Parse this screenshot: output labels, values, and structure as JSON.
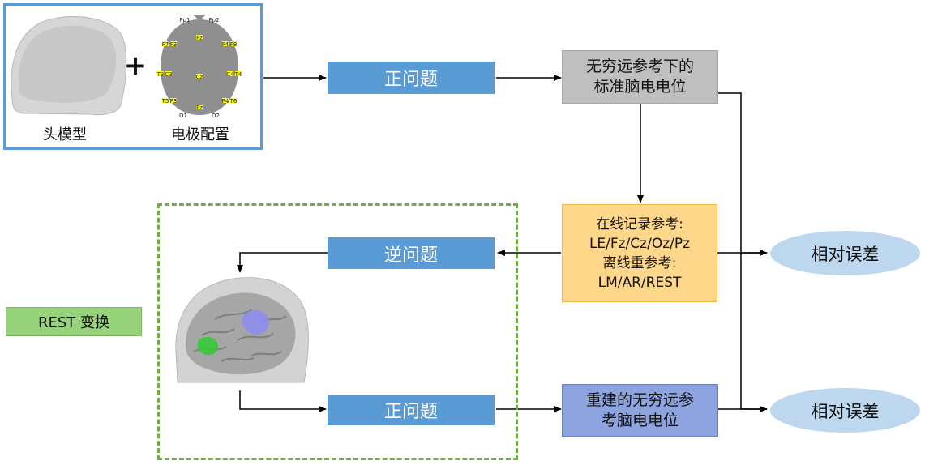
{
  "top_panel": {
    "head_model_label": "头模型",
    "electrode_label": "电极配置",
    "plus": "+",
    "electrodes": [
      "Fp1",
      "Fp2",
      "F7",
      "F3",
      "Fz",
      "F4",
      "F8",
      "T3",
      "C3",
      "Cz",
      "C4",
      "T4",
      "T5",
      "P3",
      "Pz",
      "P4",
      "T6",
      "O1",
      "O2"
    ]
  },
  "boxes": {
    "forward_problem_top": "正问题",
    "inverse_problem": "逆问题",
    "forward_problem_bottom": "正问题",
    "infinity_ref_line1": "无穷远参考下的",
    "infinity_ref_line2": "标准脑电电位",
    "online_ref_line1": "在线记录参考:",
    "online_ref_line2": "LE/Fz/Cz/Oz/Pz",
    "offline_ref_line1": "离线重参考:",
    "offline_ref_line2": "LM/AR/REST",
    "reconstructed_line1": "重建的无穷远参",
    "reconstructed_line2": "考脑电电位",
    "rest_transform": "REST 变换",
    "relative_error_top": "相对误差",
    "relative_error_bottom": "相对误差"
  },
  "colors": {
    "blue_box": "#5b9bd5",
    "gray_box": "#bfbfbf",
    "orange_box": "#ffd78a",
    "purple_box": "#8ea4df",
    "green_box": "#97d37a",
    "ellipse": "#bdd7ee",
    "top_panel_border": "#5b9bd5",
    "dashed_panel_border": "#70ad47",
    "electrode_color": "#ffff00"
  }
}
